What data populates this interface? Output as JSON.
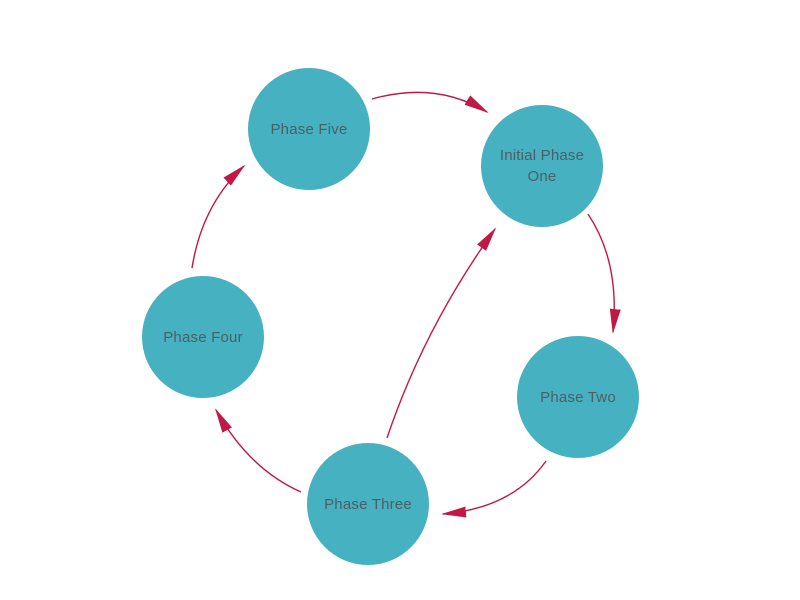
{
  "diagram": {
    "type": "cycle-diagram",
    "background": "#ffffff",
    "colors": {
      "background": "#ffffff",
      "node": "#45b1c1",
      "label": "#4d5e66",
      "arrow": "#c01945"
    },
    "nodes": [
      {
        "id": "initial-phase-one",
        "label": "Initial Phase One"
      },
      {
        "id": "phase-two",
        "label": "Phase Two"
      },
      {
        "id": "phase-three",
        "label": "Phase Three"
      },
      {
        "id": "phase-four",
        "label": "Phase Four"
      },
      {
        "id": "phase-five",
        "label": "Phase Five"
      }
    ],
    "connections": [
      {
        "from": "phase-five",
        "to": "initial-phase-one"
      },
      {
        "from": "initial-phase-one",
        "to": "phase-two"
      },
      {
        "from": "phase-two",
        "to": "phase-three"
      },
      {
        "from": "phase-three",
        "to": "phase-four"
      },
      {
        "from": "phase-four",
        "to": "phase-five"
      },
      {
        "from": "phase-three",
        "to": "initial-phase-one"
      }
    ]
  }
}
